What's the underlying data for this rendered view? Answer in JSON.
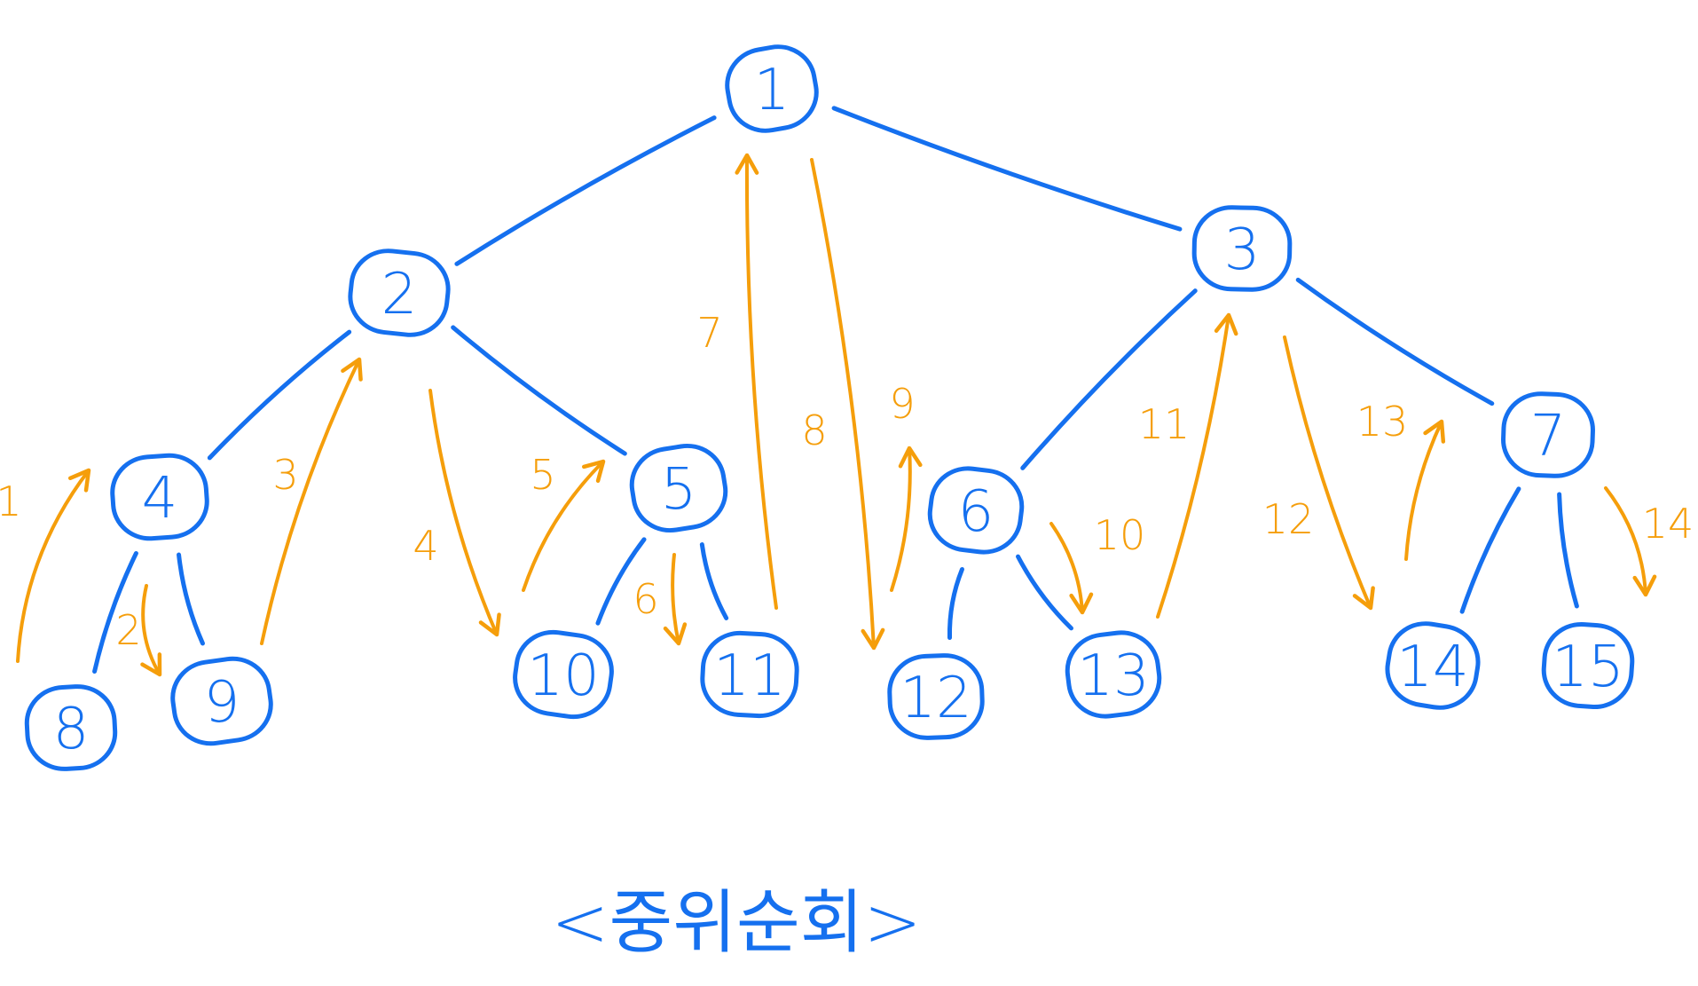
{
  "caption": "<중위순회>",
  "colors": {
    "tree": "#1570ef",
    "traversal": "#f59e0b"
  },
  "nodes": [
    {
      "id": "1",
      "label": "1"
    },
    {
      "id": "2",
      "label": "2"
    },
    {
      "id": "3",
      "label": "3"
    },
    {
      "id": "4",
      "label": "4"
    },
    {
      "id": "5",
      "label": "5"
    },
    {
      "id": "6",
      "label": "6"
    },
    {
      "id": "7",
      "label": "7"
    },
    {
      "id": "8",
      "label": "8"
    },
    {
      "id": "9",
      "label": "9"
    },
    {
      "id": "10",
      "label": "10"
    },
    {
      "id": "11",
      "label": "11"
    },
    {
      "id": "12",
      "label": "12"
    },
    {
      "id": "13",
      "label": "13"
    },
    {
      "id": "14",
      "label": "14"
    },
    {
      "id": "15",
      "label": "15"
    }
  ],
  "edges": [
    {
      "from": "1",
      "to": "2"
    },
    {
      "from": "1",
      "to": "3"
    },
    {
      "from": "2",
      "to": "4"
    },
    {
      "from": "2",
      "to": "5"
    },
    {
      "from": "3",
      "to": "6"
    },
    {
      "from": "3",
      "to": "7"
    },
    {
      "from": "4",
      "to": "8"
    },
    {
      "from": "4",
      "to": "9"
    },
    {
      "from": "5",
      "to": "10"
    },
    {
      "from": "5",
      "to": "11"
    },
    {
      "from": "6",
      "to": "12"
    },
    {
      "from": "6",
      "to": "13"
    },
    {
      "from": "7",
      "to": "14"
    },
    {
      "from": "7",
      "to": "15"
    }
  ],
  "traversal_steps": [
    {
      "step": "1",
      "from": "8",
      "to": "4"
    },
    {
      "step": "2",
      "from": "4",
      "to": "9"
    },
    {
      "step": "3",
      "from": "9",
      "to": "2"
    },
    {
      "step": "4",
      "from": "2",
      "to": "10"
    },
    {
      "step": "5",
      "from": "10",
      "to": "5"
    },
    {
      "step": "6",
      "from": "5",
      "to": "11"
    },
    {
      "step": "7",
      "from": "11",
      "to": "1"
    },
    {
      "step": "8",
      "from": "1",
      "to": "12"
    },
    {
      "step": "9",
      "from": "12",
      "to": "6"
    },
    {
      "step": "10",
      "from": "6",
      "to": "13"
    },
    {
      "step": "11",
      "from": "13",
      "to": "3"
    },
    {
      "step": "12",
      "from": "3",
      "to": "14"
    },
    {
      "step": "13",
      "from": "14",
      "to": "7"
    },
    {
      "step": "14",
      "from": "7",
      "to": "15"
    }
  ]
}
